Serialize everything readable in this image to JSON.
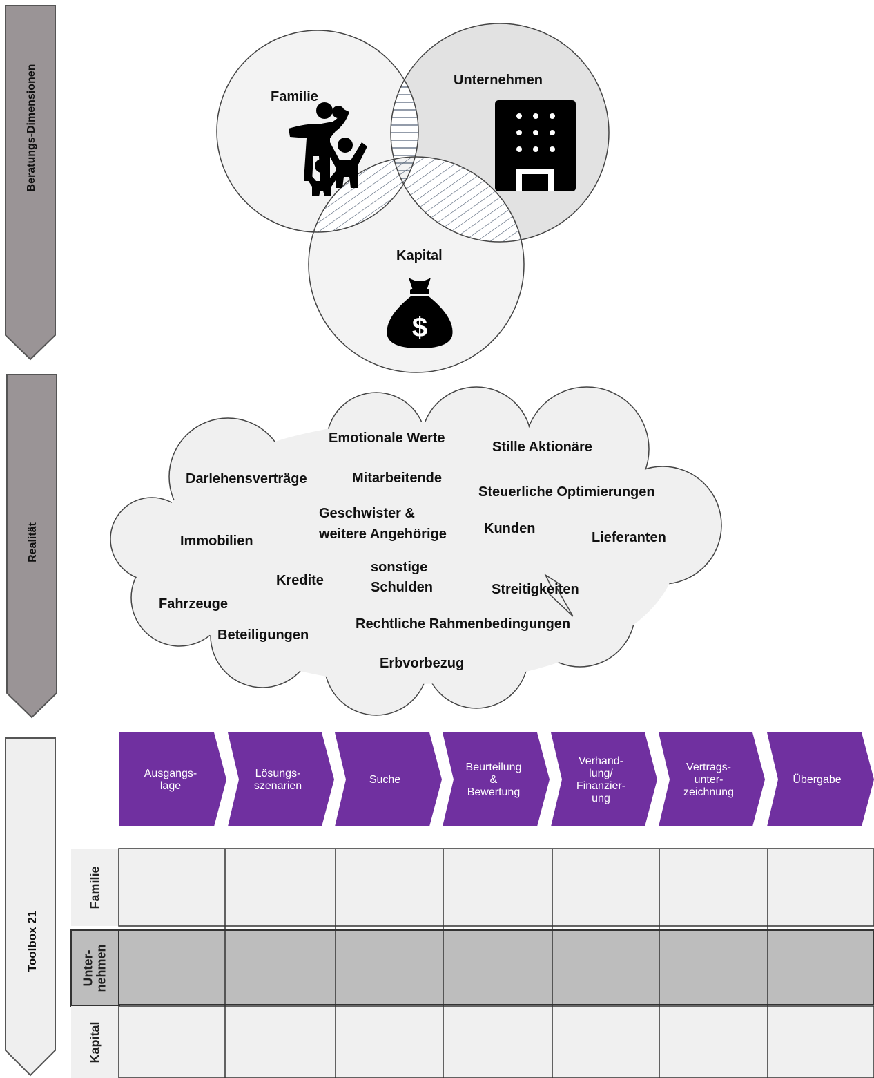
{
  "side_labels": {
    "beratung": "Beratungs-Dimensionen",
    "realitaet": "Realität",
    "toolbox": "Toolbox 21"
  },
  "venn": {
    "familie": "Familie",
    "unternehmen": "Unternehmen",
    "kapital": "Kapital",
    "icons": [
      "family-icon",
      "building-icon",
      "money-bag-icon"
    ]
  },
  "cloud_terms": [
    "Emotionale Werte",
    "Stille Aktionäre",
    "Darlehensverträge",
    "Mitarbeitende",
    "Steuerliche Optimierungen",
    "Geschwister &",
    "weitere Angehörige",
    "Kunden",
    "Immobilien",
    "Lieferanten",
    "sonstige",
    "Schulden",
    "Kredite",
    "Streitigkeiten",
    "Fahrzeuge",
    "Rechtliche Rahmenbedingungen",
    "Beteiligungen",
    "Erbvorbezug"
  ],
  "process_steps": [
    "Ausgangs-\nlage",
    "Lösungs-\nszenarien",
    "Suche",
    "Beurteilung\n&\nBewertung",
    "Verhand-\nlung/\nFinanzier-\nung",
    "Vertrags-\nunter-\nzeichnung",
    "Übergabe"
  ],
  "matrix_rows": [
    "Familie",
    "Unter-\nnehmen",
    "Kapital"
  ],
  "colors": {
    "arrow_dark": "#9a9496",
    "arrow_light": "#efefef",
    "process": "#7030a0",
    "row_light": "#f0f0f0",
    "row_dark": "#bdbdbd"
  }
}
